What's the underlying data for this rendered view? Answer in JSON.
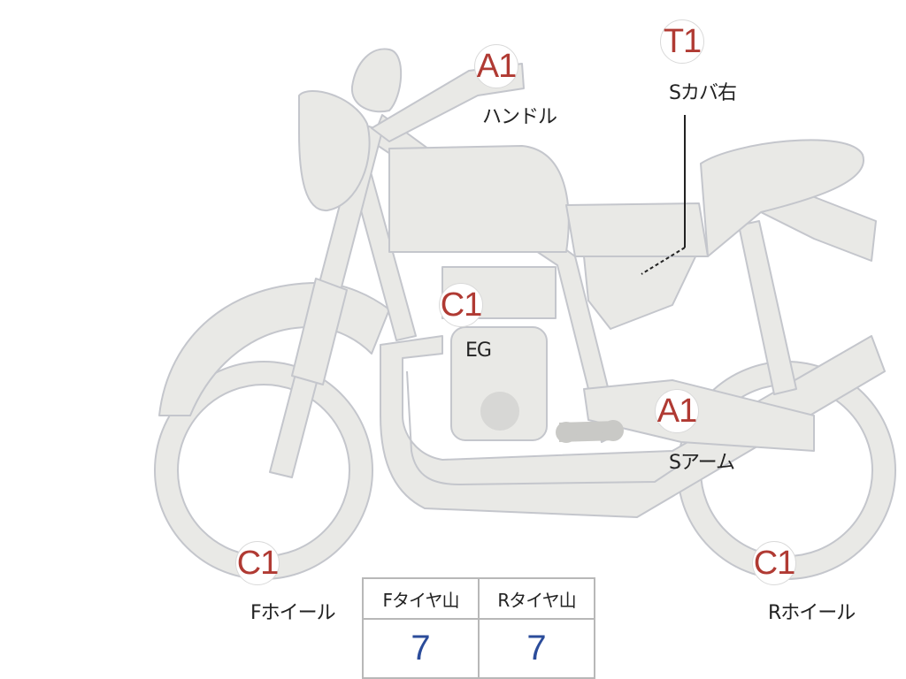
{
  "colors": {
    "body_fill": "#e9e9e6",
    "body_stroke": "#c4c6cc",
    "code_red": "#b03a33",
    "value_blue": "#2b4c9a"
  },
  "callouts": {
    "handle": {
      "code": "A1",
      "label": "ハンドル"
    },
    "scover": {
      "code": "T1",
      "label": "Sカバ右"
    },
    "engine": {
      "code": "C1",
      "label": "EG"
    },
    "swingarm": {
      "code": "A1",
      "label": "Sアーム"
    },
    "fwheel": {
      "code": "C1",
      "label": "Fホイール"
    },
    "rwheel": {
      "code": "C1",
      "label": "Rホイール"
    }
  },
  "tire_table": {
    "headers": [
      "Fタイヤ山",
      "Rタイヤ山"
    ],
    "values": [
      "7",
      "7"
    ]
  }
}
